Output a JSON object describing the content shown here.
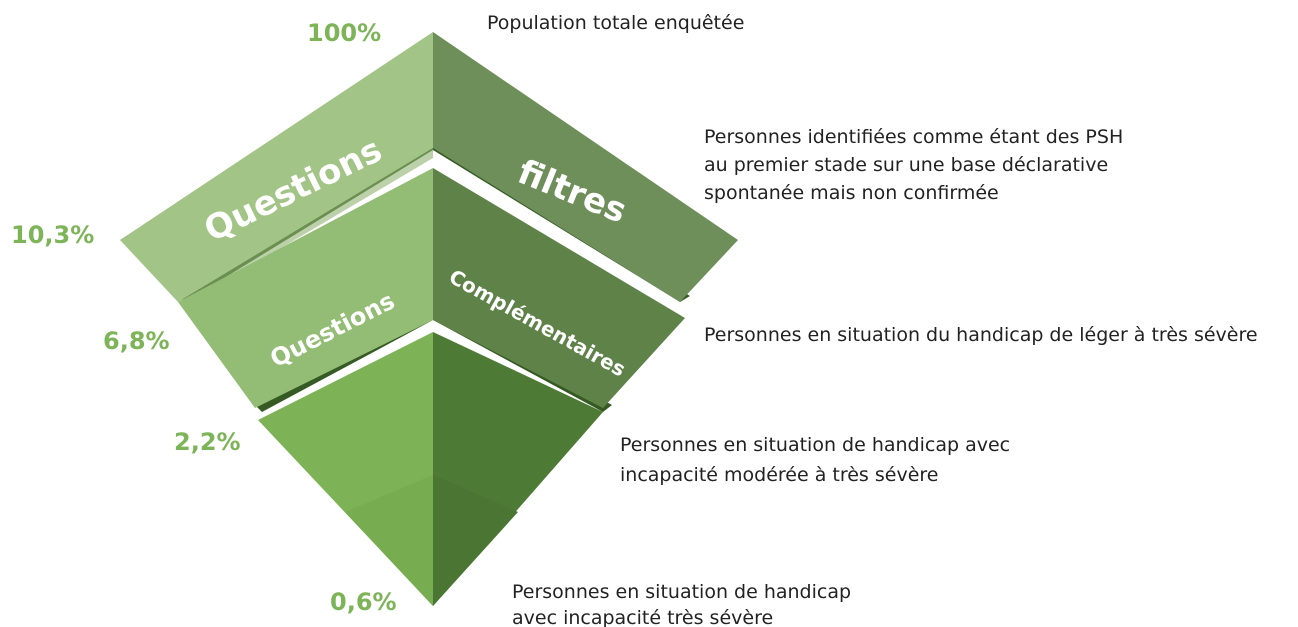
{
  "diagram": {
    "levels": [
      {
        "percent": "100%",
        "description": [
          "Population totale enquêtée"
        ]
      },
      {
        "percent": "10,3%",
        "description": [
          "Personnes identifiées comme étant des PSH",
          "au premier stade sur une base déclarative",
          "spontanée mais non confirmée"
        ]
      },
      {
        "percent": "6,8%",
        "description": [
          "Personnes en situation du handicap de léger à très sévère"
        ]
      },
      {
        "percent": "2,2%",
        "description": [
          "Personnes en situation de handicap avec",
          "incapacité modérée à très sévère"
        ]
      },
      {
        "percent": "0,6%",
        "description": [
          "Personnes en situation de handicap",
          "avec incapacité très sévère"
        ]
      }
    ],
    "face_labels": {
      "top_left": "Questions",
      "top_right": "filtres",
      "mid_left": "Questions",
      "mid_right": "Complémentaires"
    },
    "colors": {
      "percent_text": "#7cb457",
      "top_left": "#a2c487",
      "top_right": "#6e8f5a",
      "mid_left": "#93bc74",
      "mid_right": "#5f8249",
      "low_left": "#7db356",
      "low_right": "#4d7a35",
      "separator": "#355a24"
    }
  }
}
